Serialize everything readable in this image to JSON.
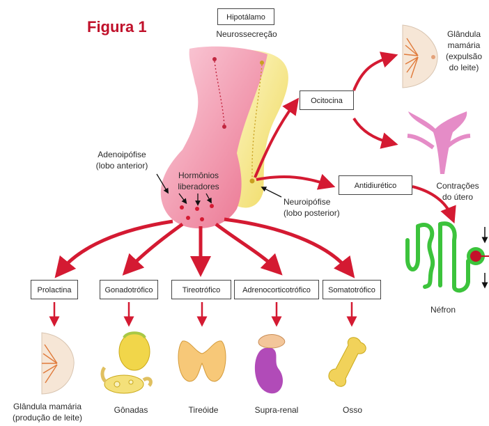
{
  "figure_title": "Figura 1",
  "top": {
    "hypothalamus": "Hipotálamo",
    "neurosecretion": "Neurossecreção"
  },
  "pituitary": {
    "adeno_line1": "Adenoipófise",
    "adeno_line2": "(lobo anterior)",
    "releasing_line1": "Hormônios",
    "releasing_line2": "liberadores",
    "neuro_line1": "Neuroipófise",
    "neuro_line2": "(lobo posterior)"
  },
  "posterior_hormones": {
    "oxytocin": "Ocitocina",
    "adh": "Antidiurético"
  },
  "targets_right": {
    "mammary_line1": "Glândula",
    "mammary_line2": "mamária",
    "mammary_line3": "(expulsão",
    "mammary_line4": "do leite)",
    "uterus_line1": "Contrações",
    "uterus_line2": "do útero",
    "nephron": "Néfron"
  },
  "anterior_hormones": [
    "Prolactina",
    "Gonadotrófico",
    "Tireotrófico",
    "Adrenocorticotrófico",
    "Somatotrófico"
  ],
  "targets_bottom": {
    "mammary_line1": "Glândula mamária",
    "mammary_line2": "(produção de leite)",
    "gonads": "Gônadas",
    "thyroid": "Tireóide",
    "adrenal": "Supra-renal",
    "bone": "Osso"
  },
  "colors": {
    "arrow": "#d41a32",
    "anterior_lobe": "#f3a0b4",
    "posterior_lobe": "#f5ec8c",
    "title": "#c0102a"
  }
}
